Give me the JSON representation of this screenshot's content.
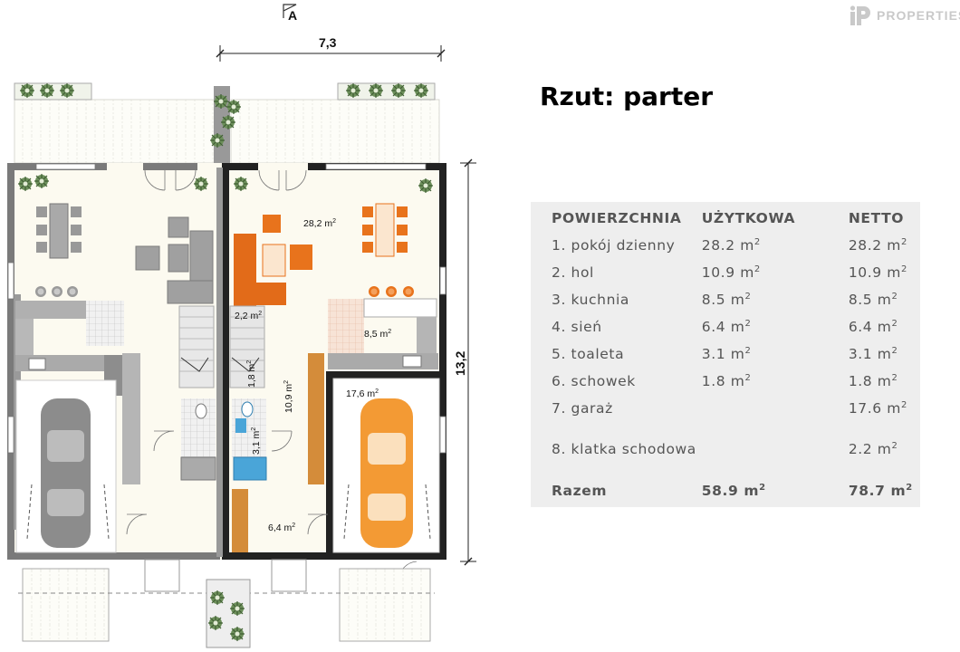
{
  "header": {
    "title": "Rzut: parter",
    "logo_text": "PROPERTIES",
    "logo_mark": "iP"
  },
  "plan": {
    "section_marker": "A",
    "dim_width": "7,3",
    "dim_height": "13,2",
    "room_labels": {
      "living": {
        "value": "28,2 m",
        "sup": "2"
      },
      "stairs": {
        "value": "2,2 m",
        "sup": "2"
      },
      "kitchen": {
        "value": "8,5 m",
        "sup": "2"
      },
      "storage": {
        "value": "1,8 m",
        "sup": "2"
      },
      "hall": {
        "value": "10,9 m",
        "sup": "2"
      },
      "toilet": {
        "value": "3,1 m",
        "sup": "2"
      },
      "garage": {
        "value": "17,6 m",
        "sup": "2"
      },
      "vestibule": {
        "value": "6,4 m",
        "sup": "2"
      }
    },
    "colors": {
      "wall": "#222222",
      "wall_grey": "#777777",
      "floor": "#fcfaf0",
      "kitchen_tile": "#f3d9cc",
      "sofa": "#e8731c",
      "stair": "#e6e6e6",
      "bath": "#4aa5d8",
      "car_orange": "#f39a34",
      "car_grey": "#8c8c8c",
      "counter": "#b5b5b5"
    },
    "icons": [
      "plant-icon",
      "car-icon",
      "sofa-icon",
      "table-icon",
      "sink-icon",
      "toilet-icon",
      "bathtub-icon",
      "stairs-icon",
      "door-swing-icon"
    ]
  },
  "table": {
    "headers": [
      "POWIERZCHNIA",
      "UŻYTKOWA",
      "NETTO"
    ],
    "rows": [
      {
        "name": "1. pokój dzienny",
        "uzytkowa": "28.2 m",
        "uzytkowa_sup": "2",
        "netto": "28.2 m",
        "netto_sup": "2"
      },
      {
        "name": "2. hol",
        "uzytkowa": "10.9 m",
        "uzytkowa_sup": "2",
        "netto": "10.9 m",
        "netto_sup": "2"
      },
      {
        "name": "3. kuchnia",
        "uzytkowa": "8.5 m",
        "uzytkowa_sup": "2",
        "netto": "8.5 m",
        "netto_sup": "2"
      },
      {
        "name": "4. sień",
        "uzytkowa": "6.4 m",
        "uzytkowa_sup": "2",
        "netto": "6.4 m",
        "netto_sup": "2"
      },
      {
        "name": "5. toaleta",
        "uzytkowa": "3.1 m",
        "uzytkowa_sup": "2",
        "netto": "3.1 m",
        "netto_sup": "2"
      },
      {
        "name": "6. schowek",
        "uzytkowa": "1.8 m",
        "uzytkowa_sup": "2",
        "netto": "1.8 m",
        "netto_sup": "2"
      },
      {
        "name": "7. garaż",
        "uzytkowa": "",
        "uzytkowa_sup": "",
        "netto": "17.6 m",
        "netto_sup": "2"
      },
      {
        "name": "8. klatka schodowa",
        "uzytkowa": "",
        "uzytkowa_sup": "",
        "netto": "2.2 m",
        "netto_sup": "2"
      }
    ],
    "total": {
      "name": "Razem",
      "uzytkowa": "58.9 m",
      "uzytkowa_sup": "2",
      "netto": "78.7 m",
      "netto_sup": "2"
    }
  }
}
